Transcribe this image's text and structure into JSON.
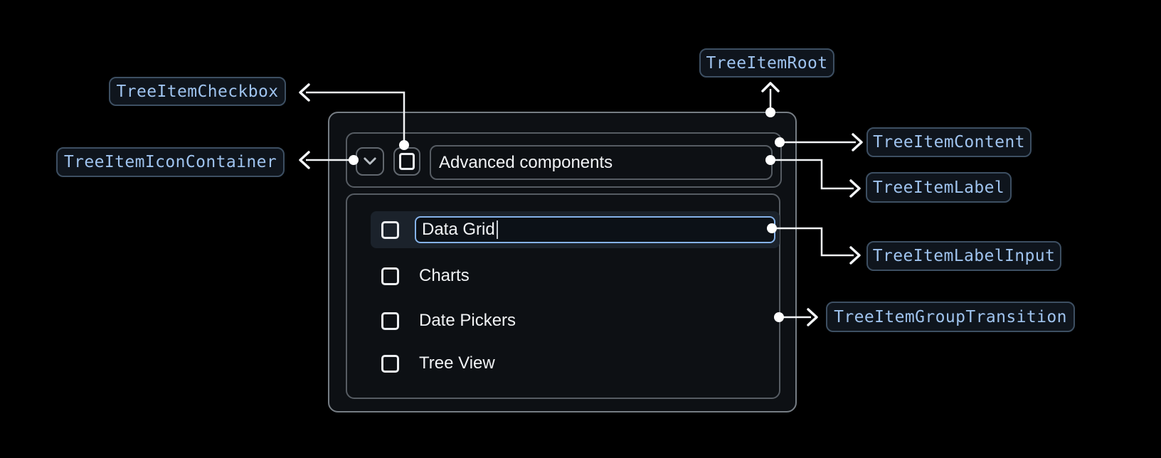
{
  "annotations": {
    "tree_item_checkbox": "TreeItemCheckbox",
    "tree_item_icon_container": "TreeItemIconContainer",
    "tree_item_root": "TreeItemRoot",
    "tree_item_content": "TreeItemContent",
    "tree_item_label": "TreeItemLabel",
    "tree_item_label_input": "TreeItemLabelInput",
    "tree_item_group_transition": "TreeItemGroupTransition"
  },
  "tree": {
    "parent": {
      "label": "Advanced components",
      "expanded": true,
      "checkbox_checked": false
    },
    "editing_item": {
      "input_value": "Data Grid",
      "checkbox_checked": false
    },
    "items": [
      {
        "label": "Charts",
        "checkbox_checked": false
      },
      {
        "label": "Date Pickers",
        "checkbox_checked": false
      },
      {
        "label": "Tree View",
        "checkbox_checked": false
      }
    ]
  },
  "colors": {
    "background": "#000000",
    "connector": "#F2F4F6",
    "badge_text": "#9FC3EE",
    "badge_border": "#3D4F62",
    "badge_background": "#0F151D",
    "panel_background": "#0D1014",
    "panel_border": "#767D84",
    "container_border": "#565C63",
    "row_highlight": "#1B222B",
    "input_border": "#85B2EA",
    "input_background": "#0C1117",
    "text_primary": "#F1F3F5"
  }
}
